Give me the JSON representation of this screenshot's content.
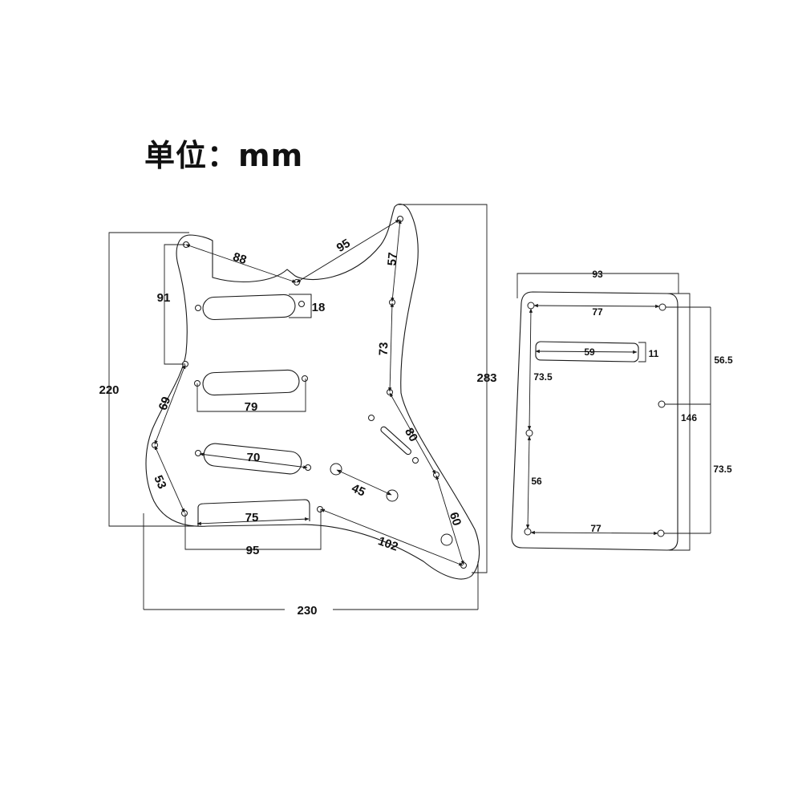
{
  "title": "单位：mm",
  "pickguard": {
    "dims": {
      "overall_width": "230",
      "overall_height": "283",
      "left_height": "220",
      "left_upper": "91",
      "top_left_diag": "88",
      "top_right_diag": "95",
      "right_upper": "57",
      "right_mid": "73",
      "right_diag": "80",
      "bottom_right": "60",
      "bottom_long": "102",
      "left_mid_diag": "69",
      "left_low_diag": "53",
      "bottom_span": "95",
      "pickup_height": "18",
      "pickup_mid_width": "79",
      "pickup_low_width": "70",
      "pickup_bottom_width": "75",
      "knob_spacing": "45"
    }
  },
  "backplate": {
    "dims": {
      "width": "93",
      "height": "146",
      "top_spacing": "77",
      "bottom_spacing": "77",
      "slot_width": "59",
      "slot_height": "11",
      "left_upper": "73.5",
      "left_lower": "56",
      "right_upper": "56.5",
      "right_lower": "73.5"
    }
  }
}
